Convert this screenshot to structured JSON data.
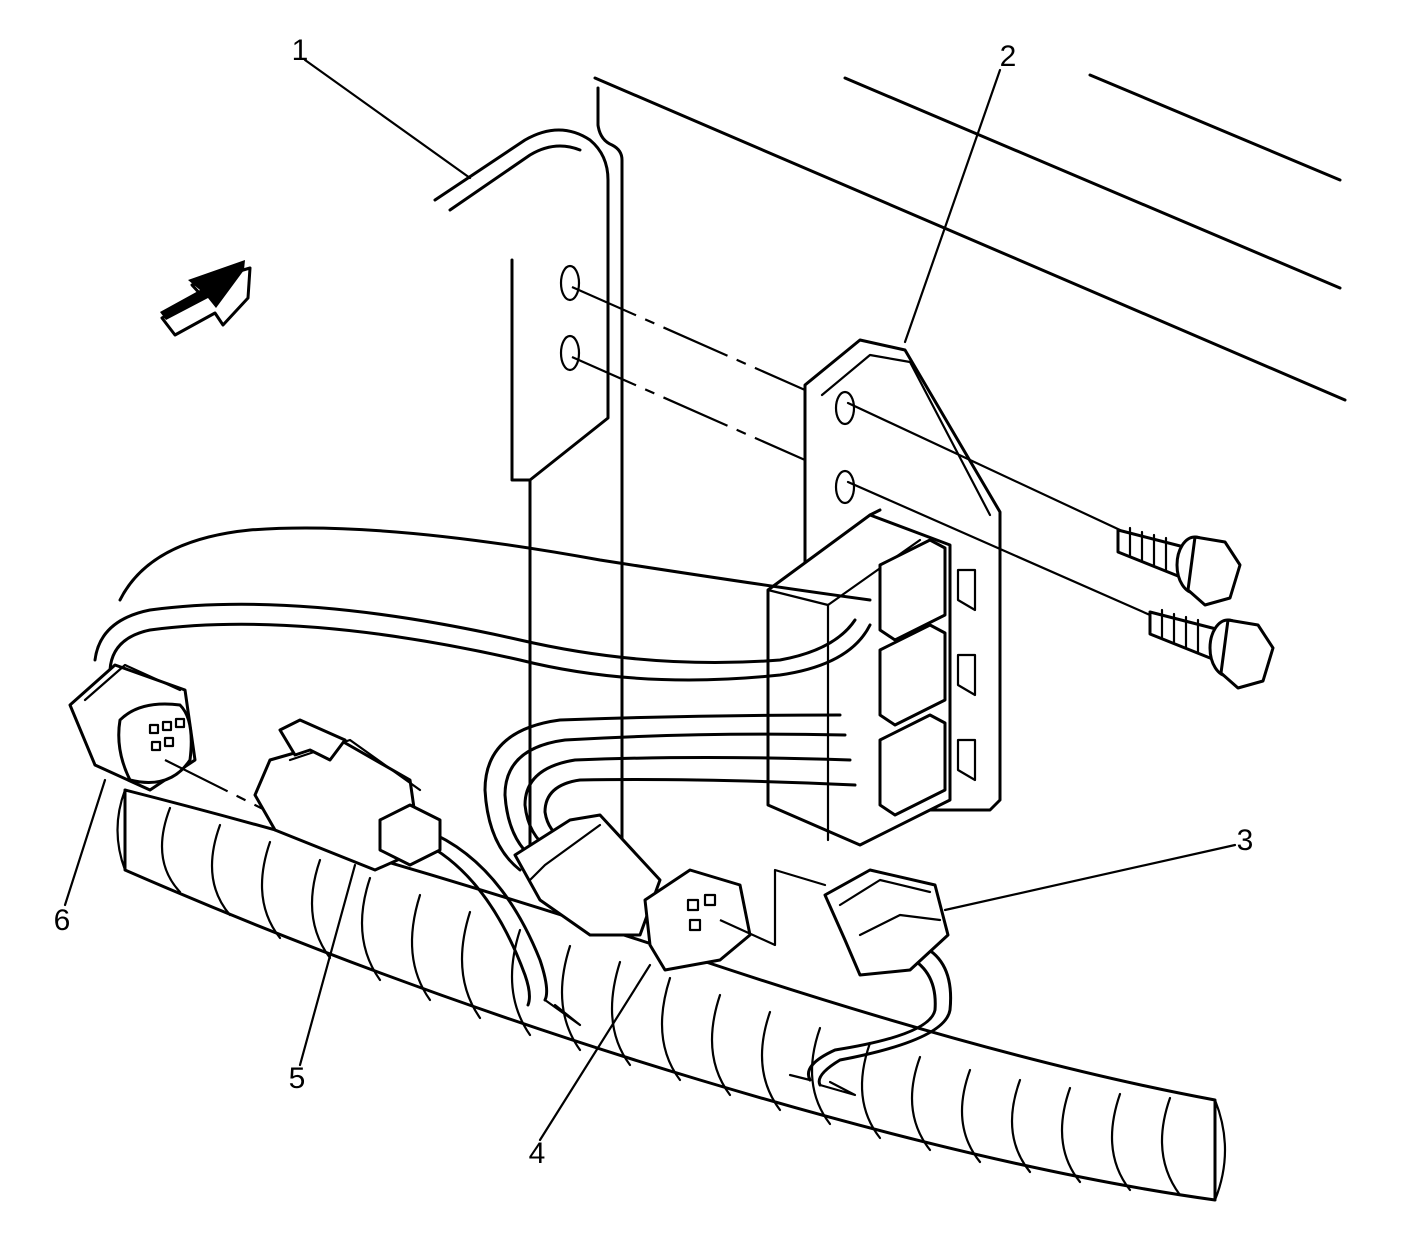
{
  "callouts": [
    {
      "id": "1",
      "text": "1"
    },
    {
      "id": "2",
      "text": "2"
    },
    {
      "id": "3",
      "text": "3"
    },
    {
      "id": "4",
      "text": "4"
    },
    {
      "id": "5",
      "text": "5"
    },
    {
      "id": "6",
      "text": "6"
    }
  ],
  "icons": {
    "direction_arrow": "arrow-forward-icon"
  }
}
